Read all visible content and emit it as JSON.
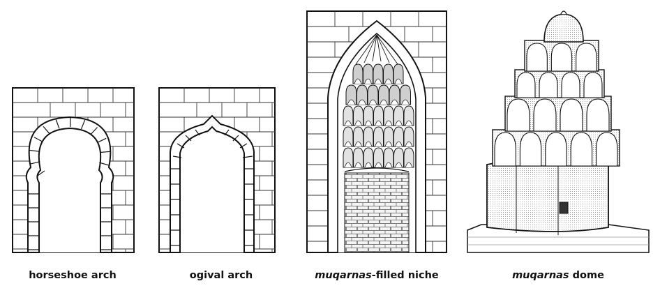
{
  "captions": {
    "horseshoe": "horseshoe arch",
    "ogival": "ogival arch",
    "niche_prefix": "muqarnas",
    "niche_suffix": "-filled niche",
    "dome_prefix": "muqarnas",
    "dome_suffix": " dome"
  },
  "colors": {
    "ink": "#111111",
    "paper": "#ffffff",
    "hatch": "#9a9a9a",
    "door": "#333333"
  }
}
